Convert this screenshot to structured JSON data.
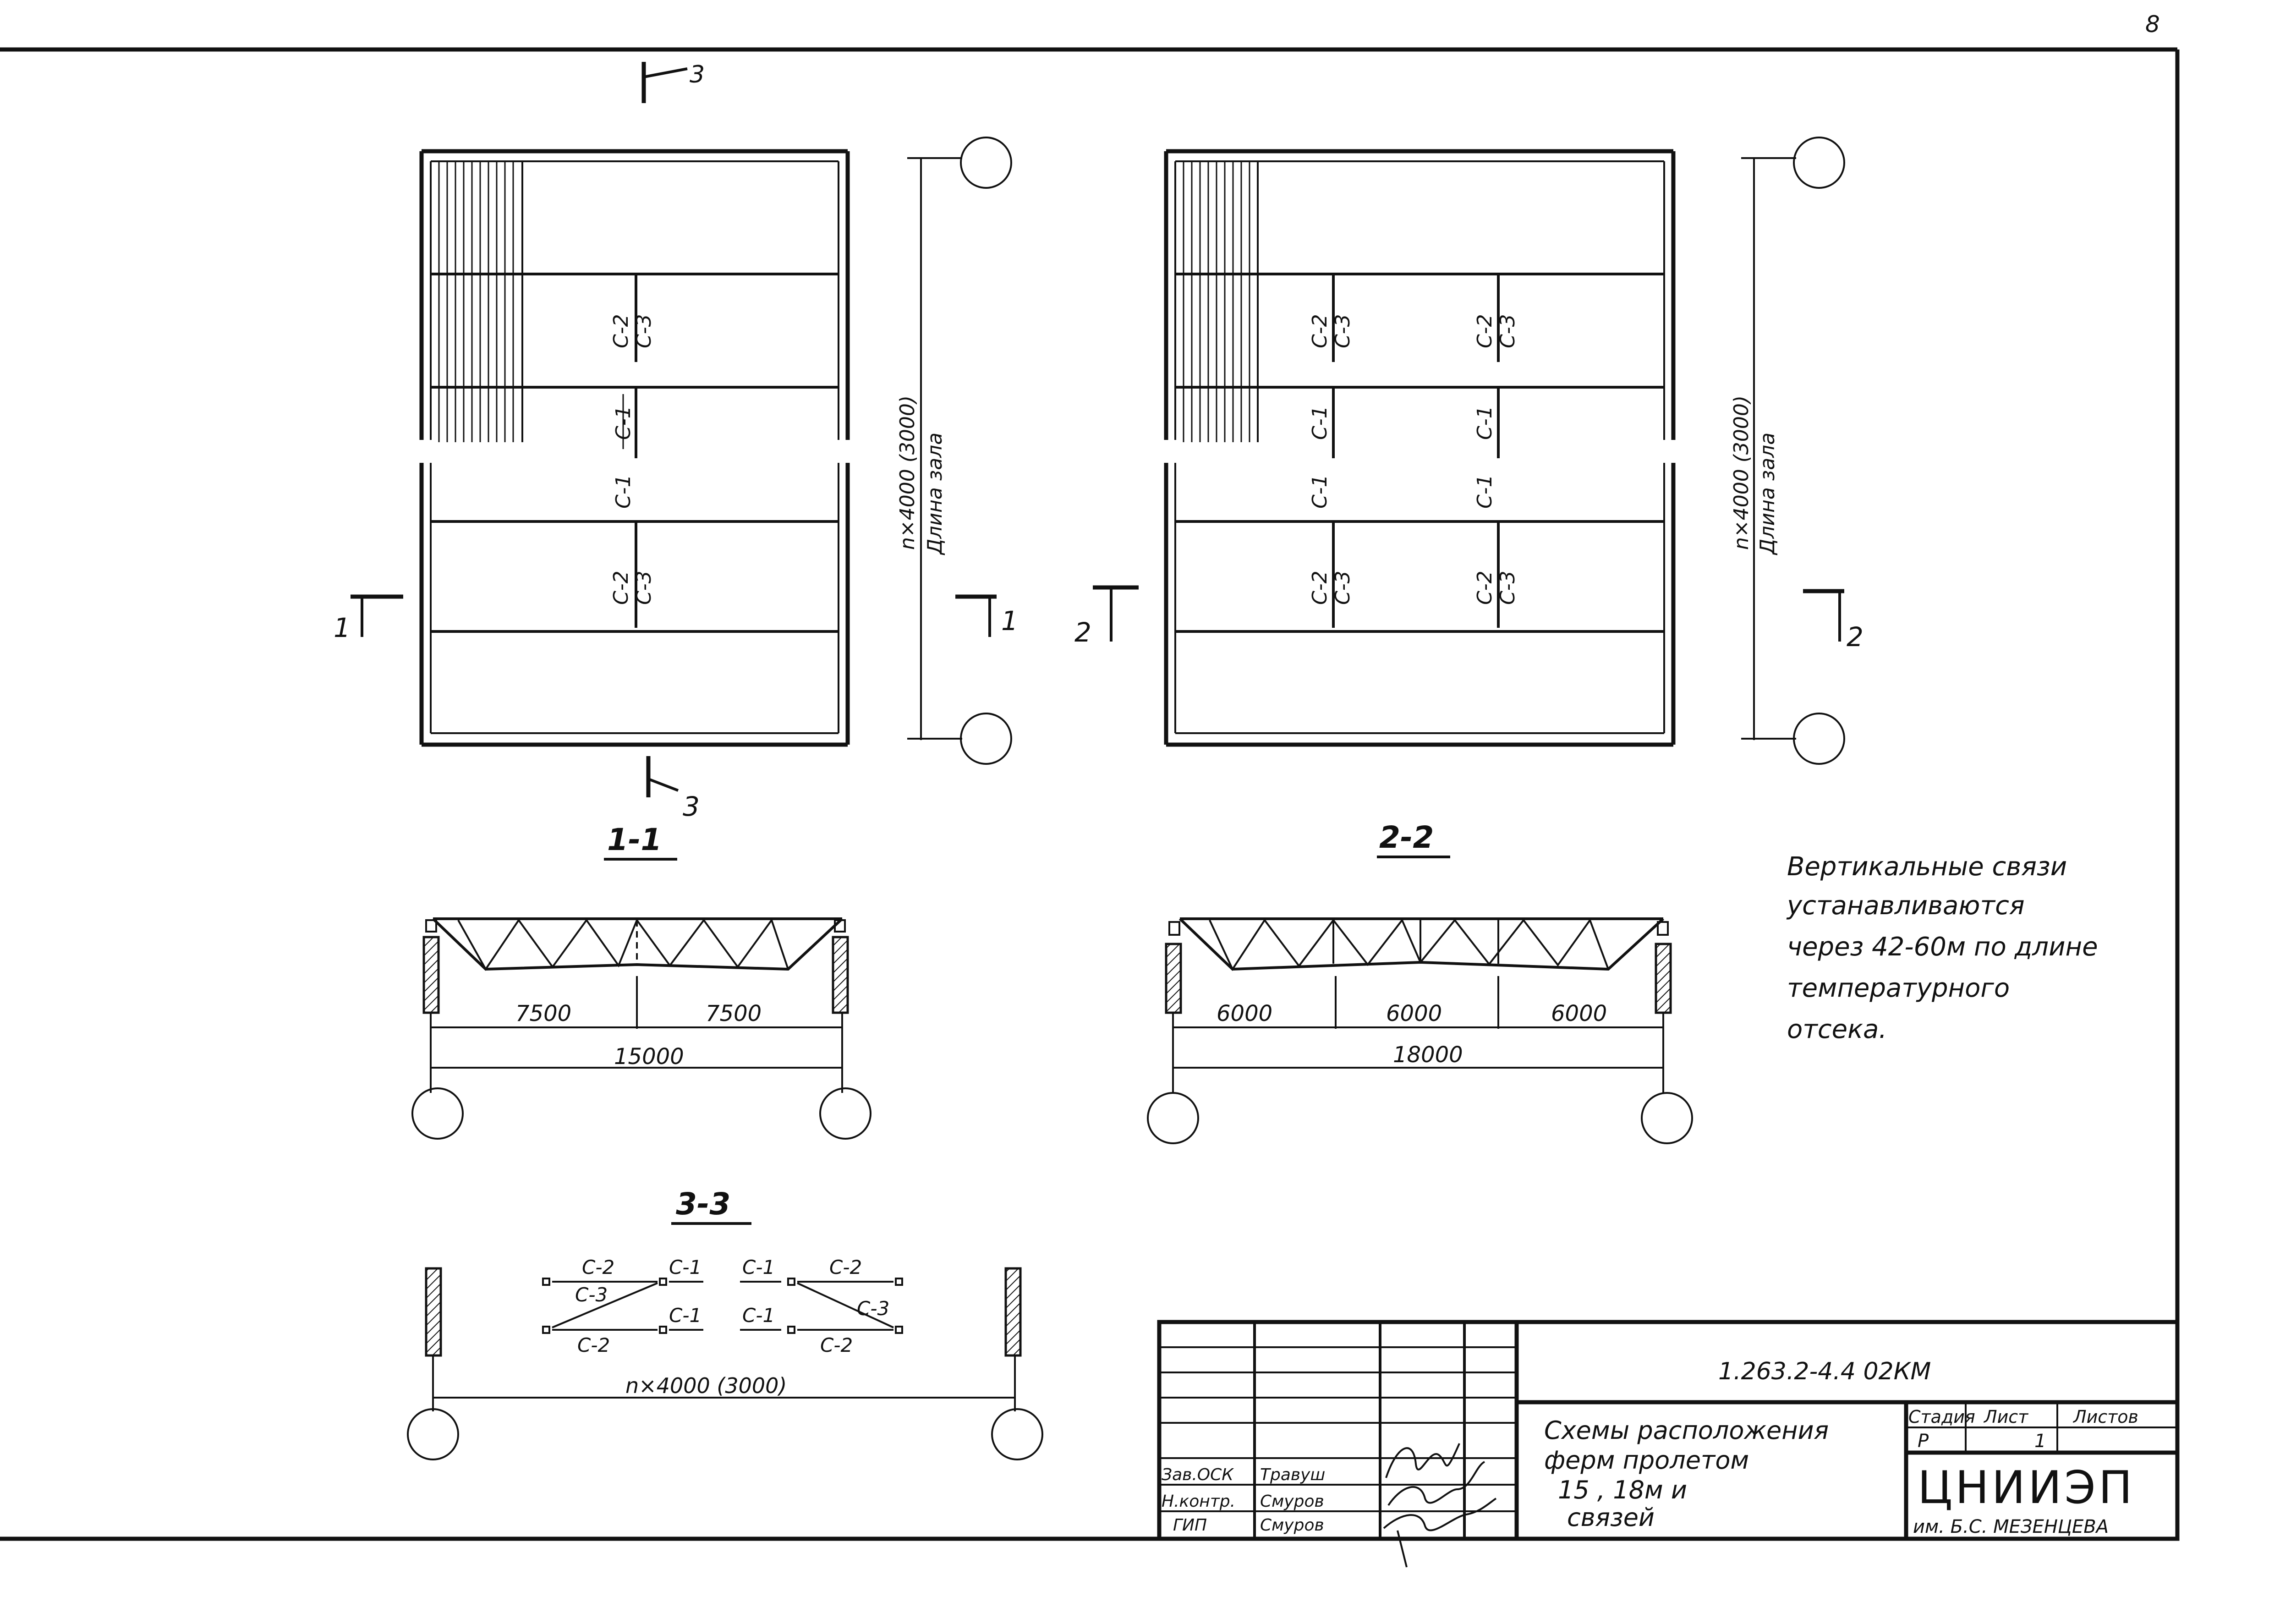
{
  "sheet_number": "8",
  "plan_left": {
    "section_mark_top": "3",
    "section_mark_bottom": "3",
    "section_mark_left": "1",
    "section_mark_right": "1",
    "dimension": "n×4000 (3000)",
    "length_label": "Длина зала",
    "brace_labels": [
      "С-2",
      "С-3",
      "С-1",
      "С-1",
      "С-2",
      "С-3"
    ]
  },
  "plan_right": {
    "section_mark_left": "2",
    "section_mark_right": "2",
    "dimension": "n×4000 (3000)",
    "length_label": "Длина зала",
    "brace_labels_col1": [
      "С-2",
      "С-3",
      "С-1",
      "С-1",
      "С-2",
      "С-3"
    ],
    "brace_labels_col2": [
      "С-2",
      "С-3",
      "С-1",
      "С-1",
      "С-2",
      "С-3"
    ]
  },
  "section_1_1": {
    "title": "1-1",
    "spans": [
      "7500",
      "7500"
    ],
    "total": "15000"
  },
  "section_2_2": {
    "title": "2-2",
    "spans": [
      "6000",
      "6000",
      "6000"
    ],
    "total": "18000"
  },
  "section_3_3": {
    "title": "3-3",
    "labels_top": [
      "С-2",
      "С-1",
      "С-1",
      "С-2"
    ],
    "labels_mid": [
      "С-3",
      "С-3"
    ],
    "labels_low": [
      "С-1",
      "С-1"
    ],
    "labels_bottom": [
      "С-2",
      "С-2"
    ],
    "dimension": "n×4000 (3000)"
  },
  "note": [
    "Вертикальные связи",
    "устанавливаются",
    "через 42-60м по длине",
    "температурного",
    "отсека."
  ],
  "title_block": {
    "code": "1.263.2-4.4  02КМ",
    "title_lines": [
      "Схемы расположения",
      "ферм пролетом",
      "15 , 18м и",
      "связей"
    ],
    "stage_header": "Стадия",
    "sheet_header": "Лист",
    "sheets_header": "Листов",
    "stage": "Р",
    "sheet": "1",
    "sheets": "",
    "org_name": "ЦНИИЭП",
    "org_sub": "им. Б.С. МЕЗЕНЦЕВА",
    "roles": [
      "Зав.ОСК",
      "Н.контр.",
      "ГИП"
    ],
    "names": [
      "Травуш",
      "Смуров",
      "Смуров"
    ]
  }
}
